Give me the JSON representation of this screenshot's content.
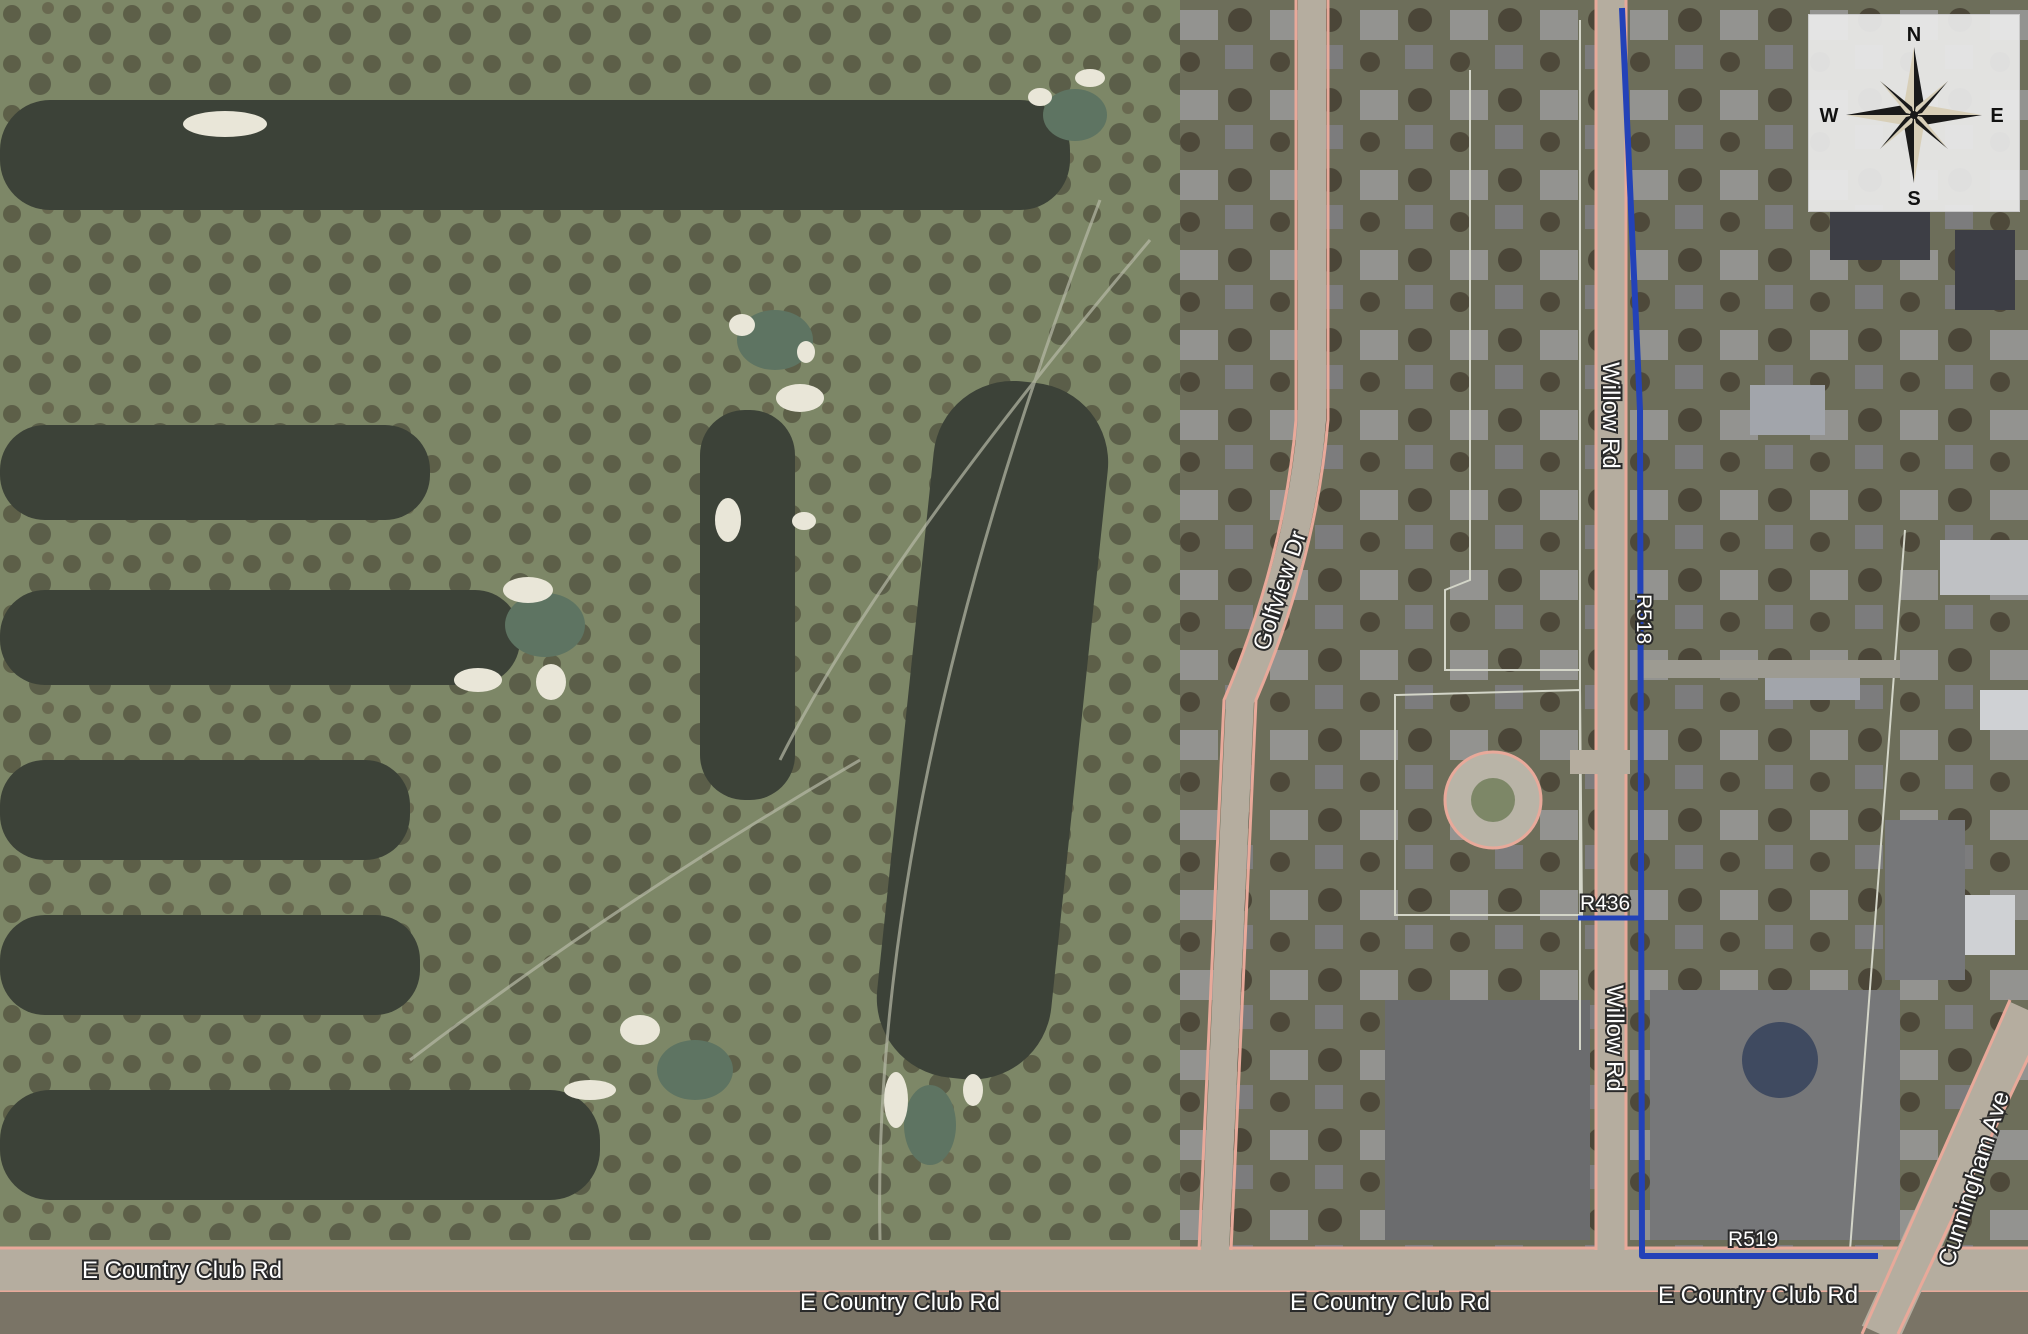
{
  "map": {
    "roads": {
      "country_club_1": "E Country Club Rd",
      "country_club_2": "E Country Club Rd",
      "country_club_3": "E Country Club Rd",
      "country_club_4": "E Country Club Rd",
      "golfview": "Golfview Dr",
      "willow_north": "Willow Rd",
      "willow_south": "Willow Rd",
      "cunningham": "Cunningham Ave"
    },
    "routes": {
      "r518": "R518",
      "r436": "R436",
      "r519": "R519"
    },
    "colors": {
      "route_line": "#2342b8",
      "road_outline": "#e8a99a",
      "fairway": "#3c4238",
      "turf": "#7d8767",
      "green": "#5e7462",
      "bunker": "#e9e6d8"
    }
  },
  "compass": {
    "north": "N",
    "south": "S",
    "east": "E",
    "west": "W",
    "icon": "compass-rose-icon"
  }
}
